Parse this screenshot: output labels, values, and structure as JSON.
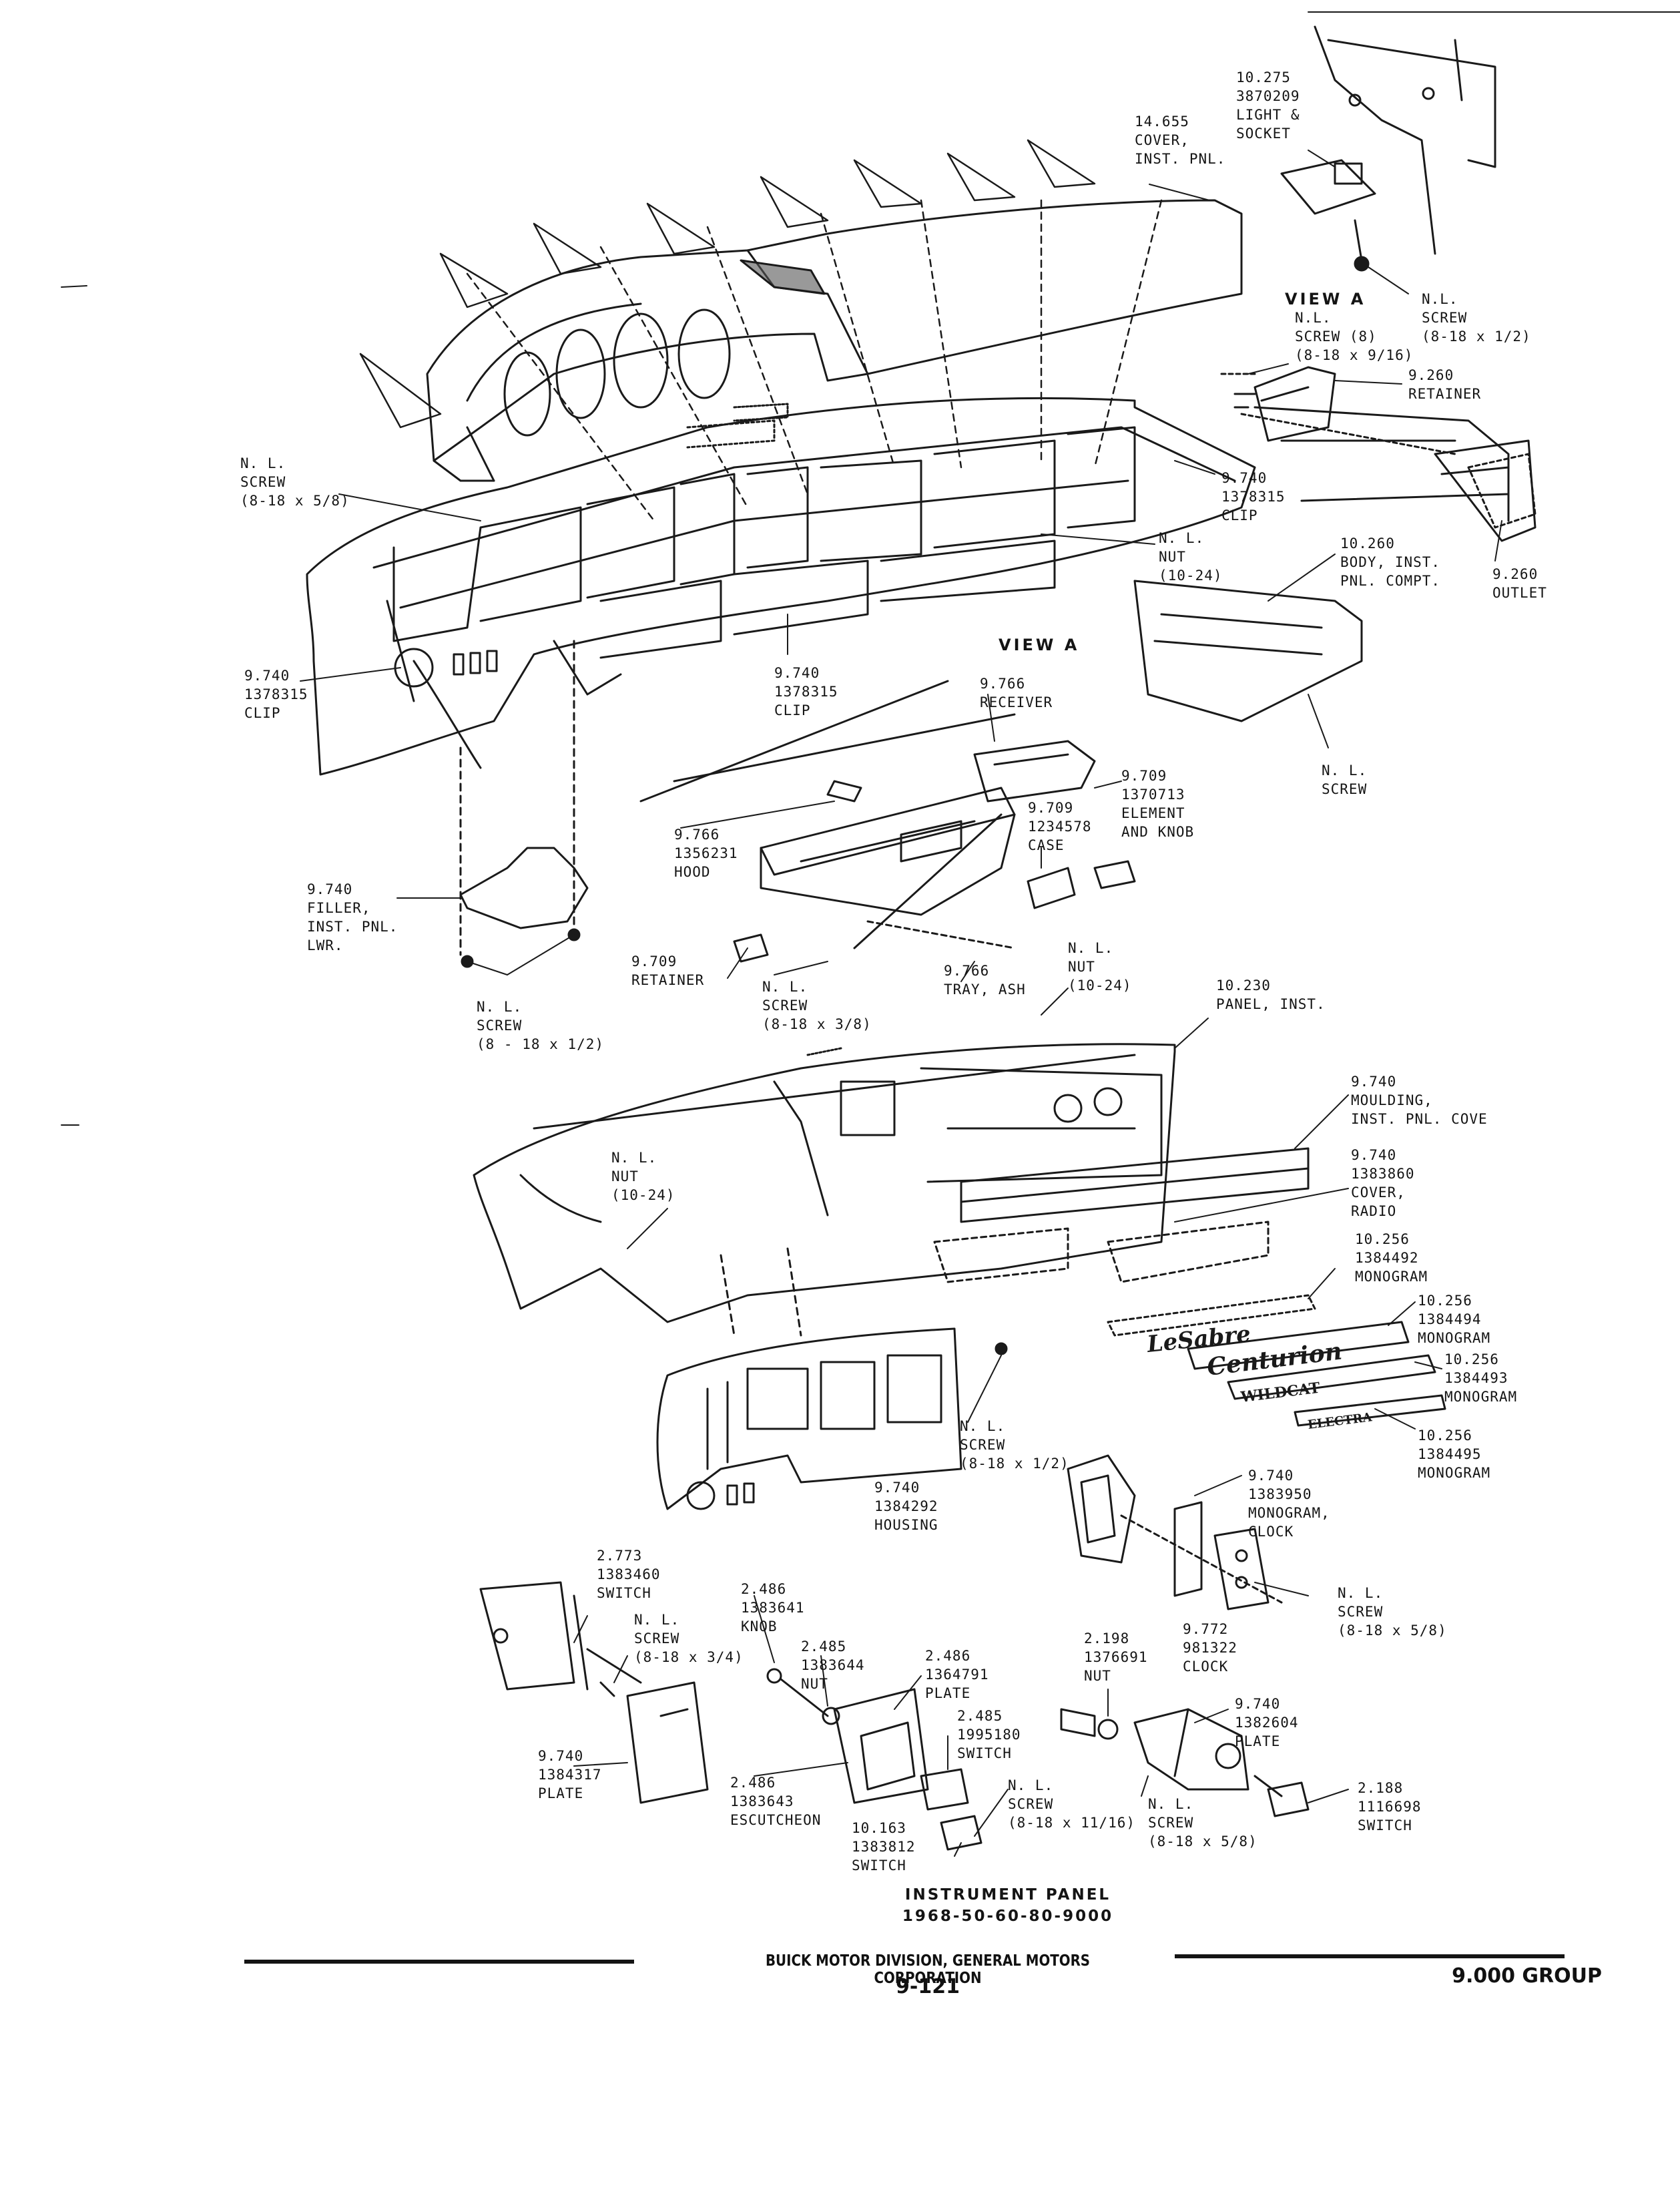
{
  "callouts": {
    "inst_panel_cover": [
      "14.655",
      "COVER,",
      "INST. PNL."
    ],
    "light_socket": [
      "10.275",
      "3870209",
      "LIGHT &",
      "SOCKET"
    ],
    "screw_view_a_top": [
      "N.L.",
      "SCREW",
      "(8-18 x 1/2)"
    ],
    "screw_view_a_8": [
      "N.L.",
      "SCREW (8)",
      "(8-18 x 9/16)"
    ],
    "retainer_9260": [
      "9.260",
      "RETAINER"
    ],
    "screw_left_top": [
      "N. L.",
      "SCREW",
      "(8-18 x 5/8)"
    ],
    "clip_right": [
      "9.740",
      "1378315",
      "CLIP"
    ],
    "nut_center": [
      "N. L.",
      "NUT",
      "(10-24)"
    ],
    "body_inst_pnl_compt": [
      "10.260",
      "BODY, INST.",
      "PNL. COMPT."
    ],
    "outlet_9260": [
      "9.260",
      "OUTLET"
    ],
    "clip_left": [
      "9.740",
      "1378315",
      "CLIP"
    ],
    "clip_center": [
      "9.740",
      "1378315",
      "CLIP"
    ],
    "receiver": [
      "9.766",
      "RECEIVER"
    ],
    "element_knob": [
      "9.709",
      "1370713",
      "ELEMENT",
      "AND KNOB"
    ],
    "case": [
      "9.709",
      "1234578",
      "CASE"
    ],
    "hood": [
      "9.766",
      "1356231",
      "HOOD"
    ],
    "screw_right_compt": [
      "N. L.",
      "SCREW"
    ],
    "filler_lower": [
      "9.740",
      "FILLER,",
      "INST. PNL.",
      "LWR."
    ],
    "retainer_9709": [
      "9.709",
      "RETAINER"
    ],
    "screw_ash": [
      "N. L.",
      "SCREW",
      "(8-18 x 3/8)"
    ],
    "tray_ash": [
      "9.766",
      "TRAY, ASH"
    ],
    "nut_ash": [
      "N. L.",
      "NUT",
      "(10-24)"
    ],
    "panel_inst": [
      "10.230",
      "PANEL, INST."
    ],
    "screw_filler": [
      "N. L.",
      "SCREW",
      "(8 - 18 x 1/2)"
    ],
    "moulding_cove": [
      "9.740",
      "MOULDING,",
      "INST. PNL. COVE"
    ],
    "nut_left_mid": [
      "N. L.",
      "NUT",
      "(10-24)"
    ],
    "cover_radio": [
      "9.740",
      "1383860",
      "COVER,",
      "RADIO"
    ],
    "monogram_1384492": [
      "10.256",
      "1384492",
      "MONOGRAM"
    ],
    "monogram_1384494": [
      "10.256",
      "1384494",
      "MONOGRAM"
    ],
    "monogram_1384493": [
      "10.256",
      "1384493",
      "MONOGRAM"
    ],
    "monogram_1384495": [
      "10.256",
      "1384495",
      "MONOGRAM"
    ],
    "screw_housing": [
      "N. L.",
      "SCREW",
      "(8-18 x 1/2)"
    ],
    "housing": [
      "9.740",
      "1384292",
      "HOUSING"
    ],
    "monogram_clock": [
      "9.740",
      "1383950",
      "MONOGRAM,",
      "CLOCK"
    ],
    "switch_1383460": [
      "2.773",
      "1383460",
      "SWITCH"
    ],
    "screw_3_4": [
      "N. L.",
      "SCREW",
      "(8-18 x 3/4)"
    ],
    "knob_1383641": [
      "2.486",
      "1383641",
      "KNOB"
    ],
    "nut_1383644": [
      "2.485",
      "1383644",
      "NUT"
    ],
    "plate_1364791": [
      "2.486",
      "1364791",
      "PLATE"
    ],
    "switch_1995180": [
      "2.485",
      "1995180",
      "SWITCH"
    ],
    "nut_1376691": [
      "2.198",
      "1376691",
      "NUT"
    ],
    "clock_981322": [
      "9.772",
      "981322",
      "CLOCK"
    ],
    "screw_clock": [
      "N. L.",
      "SCREW",
      "(8-18 x 5/8)"
    ],
    "plate_1382604": [
      "9.740",
      "1382604",
      "PLATE"
    ],
    "plate_1384317": [
      "9.740",
      "1384317",
      "PLATE"
    ],
    "escutcheon": [
      "2.486",
      "1383643",
      "ESCUTCHEON"
    ],
    "screw_11_16": [
      "N. L.",
      "SCREW",
      "(8-18 x 11/16)"
    ],
    "screw_5_8_bottom": [
      "N. L.",
      "SCREW",
      "(8-18 x 5/8)"
    ],
    "switch_1116698": [
      "2.188",
      "1116698",
      "SWITCH"
    ],
    "switch_1383812": [
      "10.163",
      "1383812",
      "SWITCH"
    ]
  },
  "view_labels": {
    "top_right": "VIEW A",
    "center": "VIEW A"
  },
  "monogram_scripts": {
    "lesabre": "LeSabre",
    "centurion": "Centurion",
    "wildcat": "WILDCAT",
    "electra": "ELECTRA"
  },
  "caption": {
    "title": "INSTRUMENT PANEL",
    "models": "1968-50-60-80-9000"
  },
  "footer": {
    "corporation": "BUICK MOTOR DIVISION, GENERAL MOTORS CORPORATION",
    "page": "9-121",
    "group": "9.000 GROUP"
  }
}
